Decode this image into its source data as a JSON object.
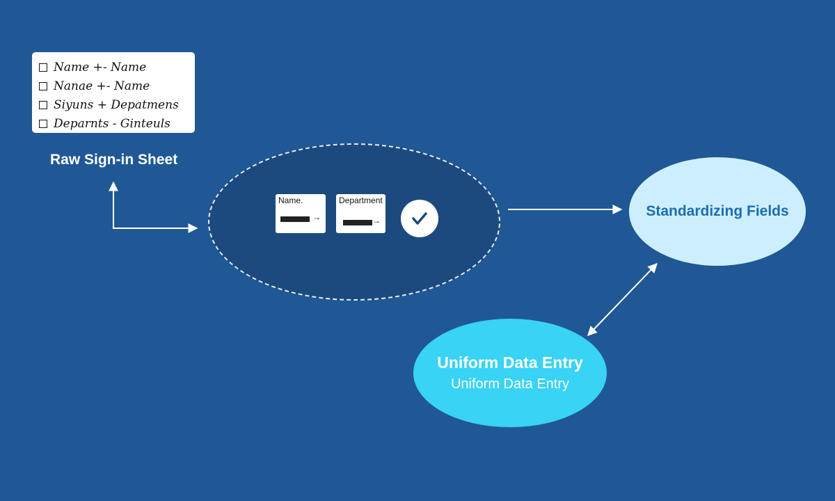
{
  "raw_sheet": {
    "lines": [
      "Name  +- Name",
      "Nanae  +- Name",
      "Siyuns + Depatmens",
      "Deparnts - Ginteuls"
    ],
    "label": "Raw Sign-in Sheet"
  },
  "process": {
    "name_card_label": "Name.",
    "department_card_label": "Department",
    "status_icon": "checkmark-icon"
  },
  "nodes": {
    "standardizing": "Standardizing Fields",
    "uniform_title": "Uniform Data Entry",
    "uniform_subtitle": "Uniform Data Entry"
  },
  "colors": {
    "background": "#1f5895",
    "process_fill": "#1c4a7e",
    "standardizing_fill": "#cdeffd",
    "standardizing_text": "#1d6db0",
    "uniform_fill": "#38d3f5"
  }
}
